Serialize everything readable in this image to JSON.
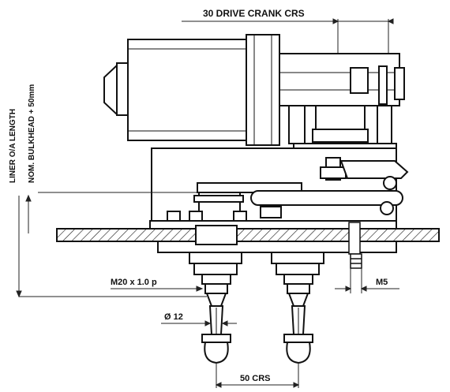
{
  "drawing": {
    "labels": {
      "drive_crank_crs": "30 DRIVE CRANK CRS",
      "liner_length": "LINER O/A LENGTH",
      "bulkhead": "NOM. BULKHEAD + 50mm",
      "thread": "M20 x 1.0 p",
      "diameter": "Ø 12",
      "m5": "M5",
      "crs_50": "50 CRS"
    }
  }
}
